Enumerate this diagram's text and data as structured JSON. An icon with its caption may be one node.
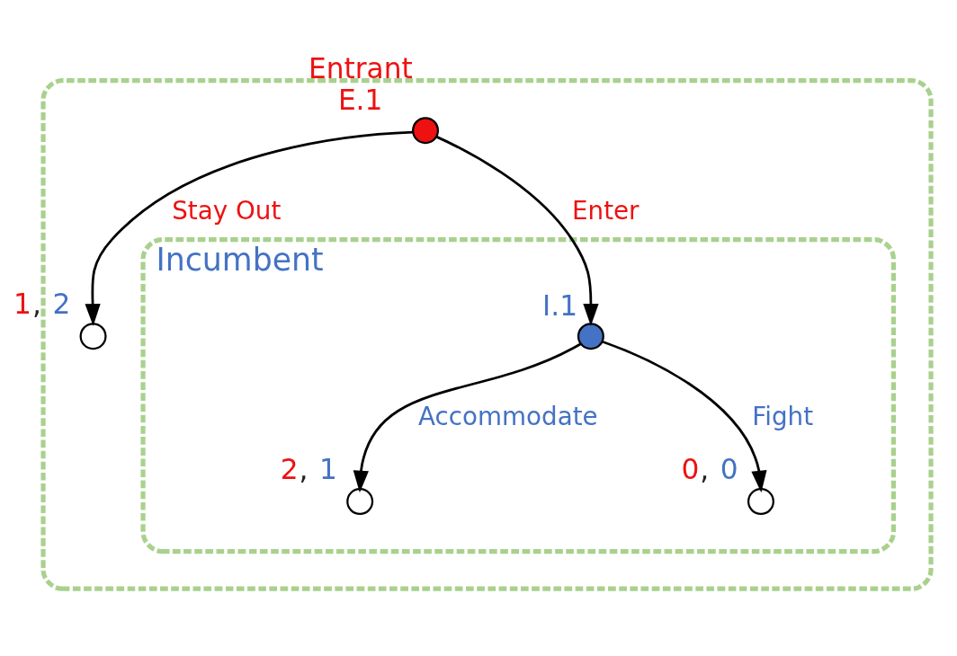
{
  "diagram": {
    "nodes": [
      {
        "text": [],
        "shape": "box"
      },
      {
        "text": [],
        "shape": "circle",
        "beside": [
          "Entrant",
          "E.1"
        ],
        "in": 0
      },
      {
        "text": [],
        "shape": "circle",
        "beside": [
          "1, 2"
        ],
        "in": 0
      },
      {
        "text": [
          "Incumbent"
        ],
        "in": 0
      },
      {
        "text": [],
        "shape": "circle",
        "beside": [
          "I.1"
        ],
        "in": 3
      },
      {
        "text": [],
        "shape": "circle",
        "beside": [
          "2, 1"
        ],
        "in": 3
      },
      {
        "text": [],
        "shape": "circle",
        "beside": [
          "0, 0"
        ],
        "in": 3
      }
    ],
    "edges": [
      {
        "from": 1,
        "to": 2,
        "arrow": "to",
        "label": "Stay Out"
      },
      {
        "from": 1,
        "to": 4,
        "arrow": "to",
        "label": "Enter"
      },
      {
        "from": 4,
        "to": 5,
        "arrow": "to",
        "label": "Accommodate"
      },
      {
        "from": 4,
        "to": 6,
        "arrow": "to",
        "label": "Fight"
      }
    ]
  }
}
